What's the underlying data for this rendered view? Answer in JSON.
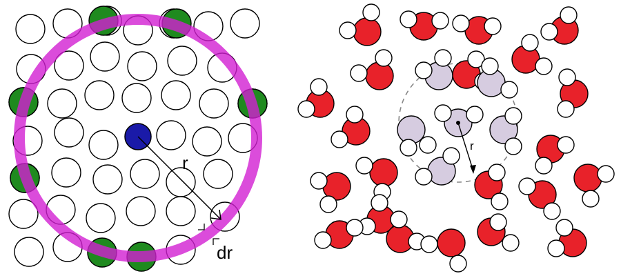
{
  "left_panel": {
    "radius_label": "r",
    "shell_label": "dr",
    "colors": {
      "particle_fill": "#ffffff",
      "particle_stroke": "#000000",
      "center_particle": "#1a1aa8",
      "shell_particle": "#1f8a1f",
      "shell_ring": "#d21fd2"
    }
  },
  "right_panel": {
    "radius_label": "r",
    "colors": {
      "oxygen": "#e8222a",
      "hydrogen": "#ffffff",
      "first_shell_molecule": "#d6cce0",
      "dashed_circle": "#888888"
    }
  }
}
